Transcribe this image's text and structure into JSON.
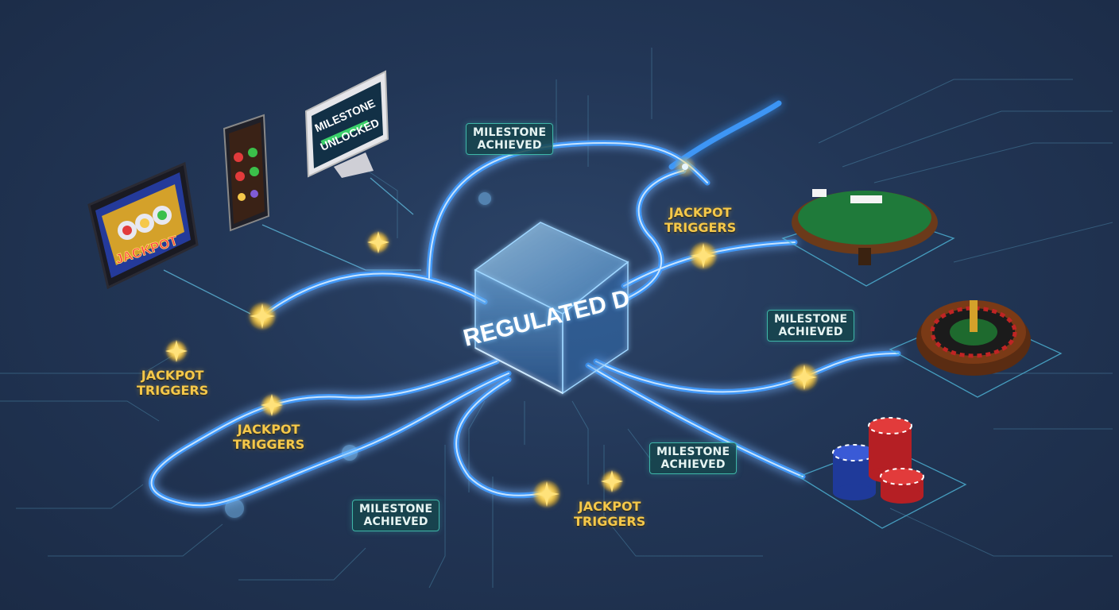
{
  "hub": {
    "title": "REGULATED D"
  },
  "labels": {
    "milestone": {
      "line1": "MILESTONE",
      "line2": "ACHIEVED"
    },
    "jackpot": {
      "line1": "JACKPOT",
      "line2": "TRIGGERS"
    }
  },
  "devices": {
    "monitor": {
      "line1": "MILESTONE",
      "line2": "UNLOCKED"
    },
    "slot_tablet": {
      "banner": "JACKPOT"
    }
  },
  "colors": {
    "background": "#223656",
    "flow_line": "#4aa8ff",
    "circuit_line": "#5aa0b8",
    "label_border": "#3fb6a8",
    "jackpot_text": "#f5c84a",
    "sparkle": "#ffd75a"
  },
  "icons": [
    "slot-machine-tablet-icon",
    "smartphone-icon",
    "monitor-icon",
    "blackjack-table-icon",
    "roulette-wheel-icon",
    "poker-chips-icon",
    "sparkle-icon"
  ]
}
